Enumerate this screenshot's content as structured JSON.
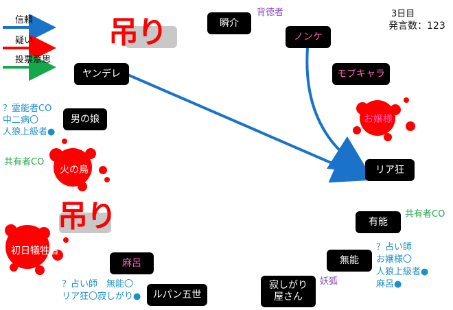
{
  "legend": {
    "trust": "信頼",
    "doubt": "疑い",
    "vote": "投票意思",
    "colors": {
      "trust": "#1a73c9",
      "doubt": "#ff0000",
      "vote": "#14a84a"
    }
  },
  "status": {
    "day": "3日目",
    "speech_count": "発言数：123"
  },
  "nodes": {
    "shunsuke": "瞬介",
    "nonke": "ノンケ",
    "mobchara": "モブキャラ",
    "ojousama": "お嬢様",
    "yandere": "ヤンデレ",
    "otokonoko": "男の娘",
    "hinotori": "火の鳥",
    "riajuu": "リア狂",
    "yuunou": "有能",
    "shonichi": "初日犠牲者",
    "mahjong": "麻呂",
    "munou": "無能",
    "lupin": "ルパン五世",
    "sabishigari_line1": "寂しがり",
    "sabishigari_line2": "屋さん"
  },
  "notes": {
    "haitokusha": "背徳者",
    "otoko_notes": [
      "？霊能者CO",
      "中二病〇",
      "人狼上級者●"
    ],
    "kyouyuu_left": "共有者CO",
    "kyouyuu_right": "共有者CO",
    "youko": "妖狐",
    "bottom_left": [
      "？占い師　無能〇",
      "リア狂〇寂しがり●"
    ],
    "right_notes": [
      "？占い師",
      "お嬢様〇",
      "人狼上級者●",
      "麻呂●"
    ]
  },
  "overlays": {
    "hang_1": "吊り",
    "hang_2": "吊り"
  },
  "arrows": [
    {
      "from": "yandere",
      "to": "riajuu",
      "type": "trust"
    },
    {
      "from": "nonke",
      "to": "riajuu",
      "type": "trust"
    }
  ]
}
